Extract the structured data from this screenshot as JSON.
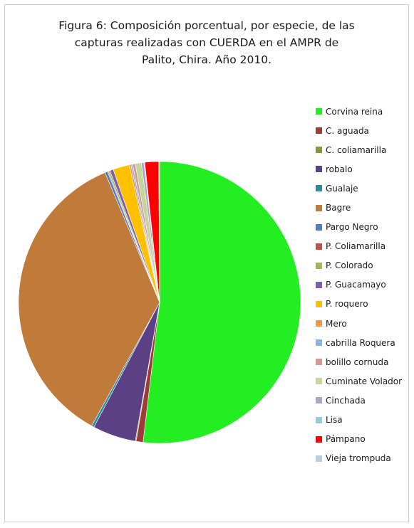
{
  "chart_data": {
    "type": "pie",
    "title": "Figura 6: Composición porcentual, por especie, de las capturas realizadas con CUERDA en el AMPR de Palito, Chira.  Año 2010.",
    "title_lines": [
      "Figura 6: Composición porcentual, por especie, de las",
      "capturas realizadas con CUERDA en el AMPR de",
      "Palito, Chira.  Año 2010."
    ],
    "legend_placement": "right",
    "slices": [
      {
        "name": "Corvina reina",
        "value": 52.5,
        "color": "#22ee22"
      },
      {
        "name": "C. aguada",
        "value": 0.8,
        "color": "#9c3b37"
      },
      {
        "name": "C. coliamarilla",
        "value": 0.1,
        "color": "#7e9b3a"
      },
      {
        "name": "robalo",
        "value": 5.0,
        "color": "#5c4086"
      },
      {
        "name": "Gualaje",
        "value": 0.3,
        "color": "#2f8aa0"
      },
      {
        "name": "Bagre",
        "value": 36.1,
        "color": "#c07a3a"
      },
      {
        "name": "Pargo Negro",
        "value": 0.3,
        "color": "#4f7fbd"
      },
      {
        "name": "P. Coliamarilla",
        "value": 0.1,
        "color": "#c0504d"
      },
      {
        "name": "P. Colorado",
        "value": 0.2,
        "color": "#9bbb59"
      },
      {
        "name": "P. Guacamayo",
        "value": 0.4,
        "color": "#7f5fa8"
      },
      {
        "name": "P. roquero",
        "value": 1.9,
        "color": "#ffc000"
      },
      {
        "name": "Mero",
        "value": 0.2,
        "color": "#f79646"
      },
      {
        "name": "cabrilla Roquera",
        "value": 0.2,
        "color": "#8eb4e3"
      },
      {
        "name": "bolillo cornuda",
        "value": 0.3,
        "color": "#d99594"
      },
      {
        "name": "Cuminate Volador",
        "value": 0.7,
        "color": "#c3d69b"
      },
      {
        "name": "Cinchada",
        "value": 0.3,
        "color": "#b3a2c7"
      },
      {
        "name": "Lisa",
        "value": 0.1,
        "color": "#93cddd"
      },
      {
        "name": "Pámpano",
        "value": 1.6,
        "color": "#ff0000"
      },
      {
        "name": "Vieja trompuda",
        "value": 0.1,
        "color": "#b9cde5"
      }
    ]
  }
}
